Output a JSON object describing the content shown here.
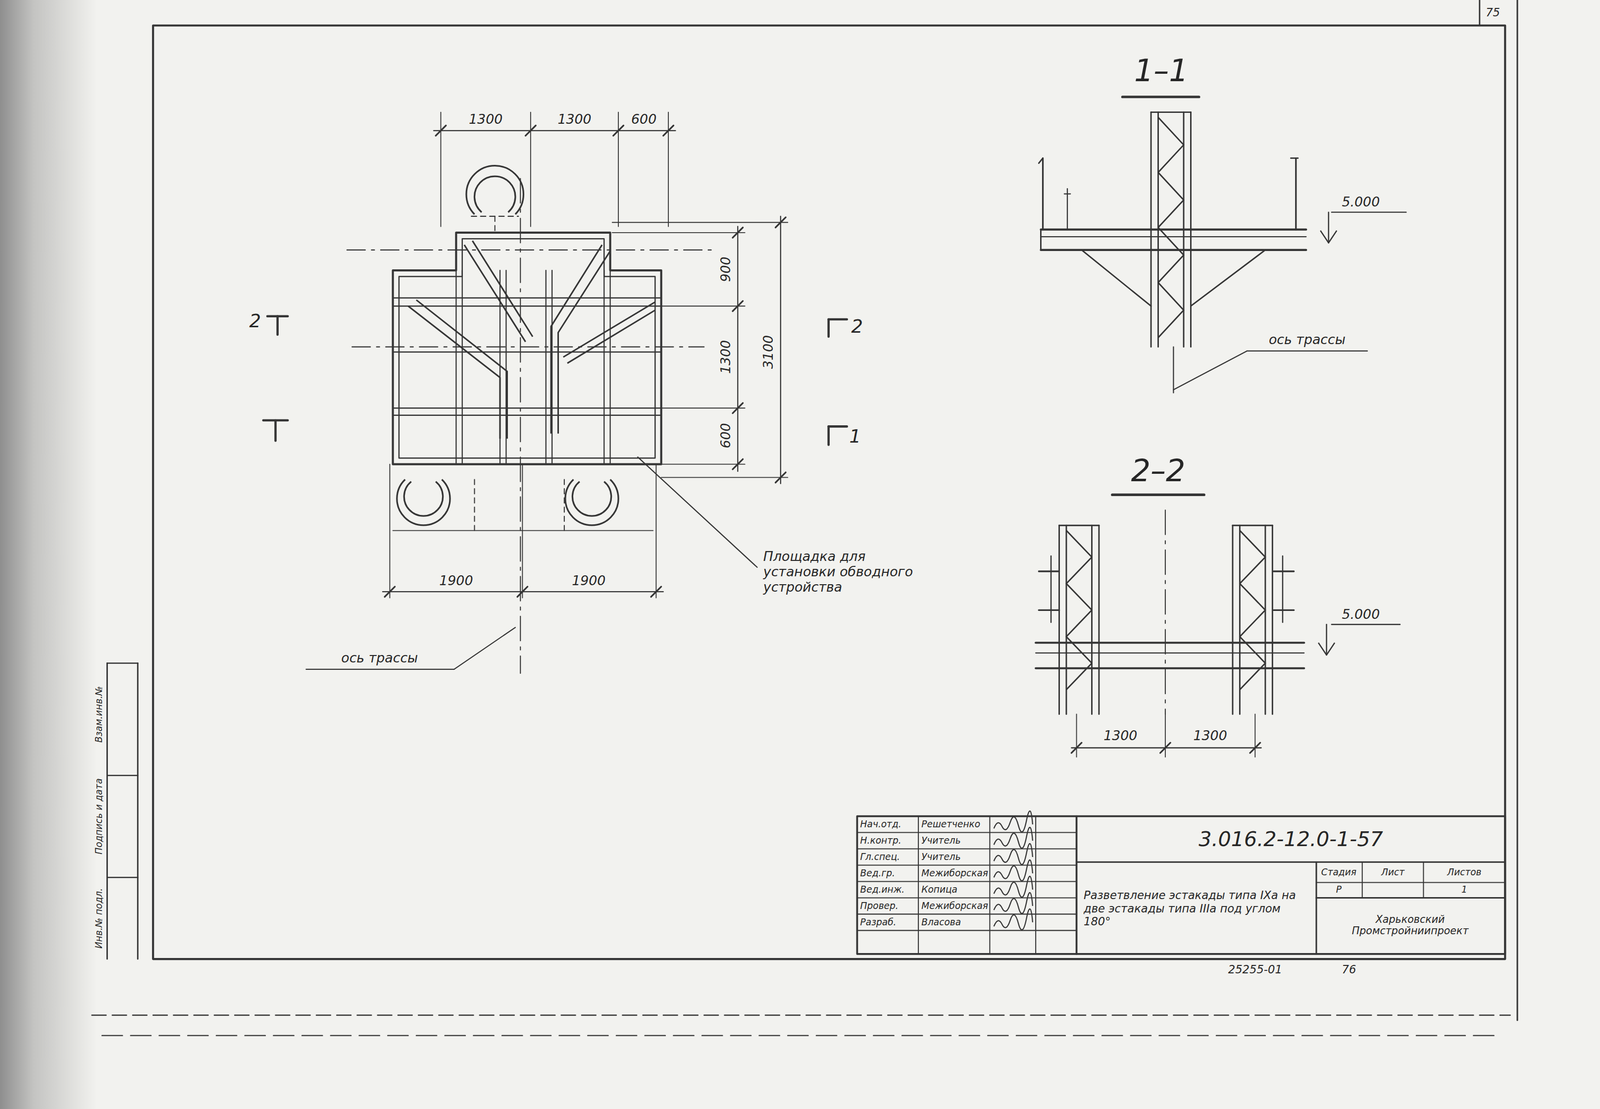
{
  "diagram": {
    "labels": [
      "75",
      "1300",
      "1300",
      "600",
      "900",
      "1300",
      "600",
      "3100",
      "2",
      "2",
      "1",
      "1900",
      "1900",
      "Площадка для установки обводного устройства",
      "ось трассы",
      "1–1",
      "5.000",
      "ось трассы",
      "2–2",
      "5.000",
      "1300",
      "1300",
      "Нач.отд.",
      "Решетченко",
      "Н.контр.",
      "Учитель",
      "Гл.спец.",
      "Учитель",
      "Вед.гр.",
      "Межиборская",
      "Вед.инж.",
      "Копица",
      "Провер.",
      "Межиборская",
      "Разраб.",
      "Власова",
      "3.016.2-12.0-1-57",
      "Разветвление эстакады типа IXа на две эстакады типа IIIа под углом 180°",
      "Стадия",
      "Лист",
      "Листов",
      "Р",
      "1",
      "Харьковский Промстройниипроект",
      "25255-01",
      "76",
      "Взам.инв.№",
      "Подпись и дата",
      "Инв.№ подл."
    ]
  }
}
